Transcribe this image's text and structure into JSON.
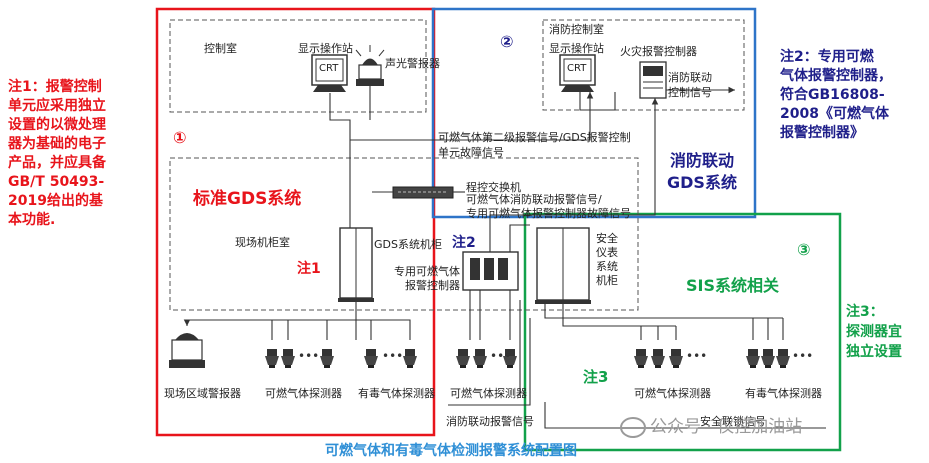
{
  "caption": "可燃气体和有毒气体检测报警系统配置图",
  "watermark": "公众号 · 仪控加油站",
  "region1": {
    "marker": "①",
    "title": "标准GDS系统",
    "note_label": "注1",
    "note_text": [
      "注1：报警控制",
      "单元应采用独立",
      "设置的以微处理",
      "器为基础的电子",
      "产品，并应具备",
      "GB/T 50493-",
      "2019给出的基",
      "本功能."
    ],
    "control_room": "控制室",
    "display_station": "显示操作站",
    "sound_light_alarm": "声光警报器",
    "crt": "CRT",
    "field_cabinet_room": "现场机柜室",
    "gds_cabinet": "GDS系统机柜",
    "field_area_alarm": "现场区域警报器",
    "combustible_detector": "可燃气体探测器",
    "toxic_detector": "有毒气体探测器"
  },
  "region2": {
    "marker": "②",
    "title_line1": "消防联动",
    "title_line2": "GDS系统",
    "note_label": "注2",
    "note_text": [
      "注2：专用可燃",
      "气体报警控制器，",
      "符合GB16808-",
      "2008《可燃气体",
      "报警控制器》"
    ],
    "fire_control_room": "消防控制室",
    "display_station": "显示操作站",
    "fire_alarm_controller": "火灾报警控制器",
    "fire_linkage_signal_1": "消防联动",
    "fire_linkage_signal_2": "控制信号",
    "crt": "CRT",
    "level2_signal_1": "可燃气体第二级报警信号/GDS报警控制",
    "level2_signal_2": "单元故障信号",
    "pbx": "程控交换机",
    "linkage_signal_1": "可燃气体消防联动报警信号/",
    "linkage_signal_2": "专用可燃气体报警控制器故障信号",
    "dedicated_controller_1": "专用可燃气体",
    "dedicated_controller_2": "报警控制器",
    "combustible_detector": "可燃气体探测器",
    "linkage_alarm_signal": "消防联动报警信号"
  },
  "region3": {
    "marker": "③",
    "title": "SIS系统相关",
    "note_label": "注3",
    "note_text": [
      "注3：",
      "探测器宜",
      "独立设置"
    ],
    "sis_cabinet": [
      "安全",
      "仪表",
      "系统",
      "机柜"
    ],
    "combustible_detector": "可燃气体探测器",
    "toxic_detector": "有毒气体探测器",
    "interlock_signal": "安全联锁信号"
  },
  "colors": {
    "red": "#e8141b",
    "blue": "#2e74c8",
    "green": "#12a14a",
    "navy": "#1f1f8a",
    "caption": "#2f8fd6"
  }
}
